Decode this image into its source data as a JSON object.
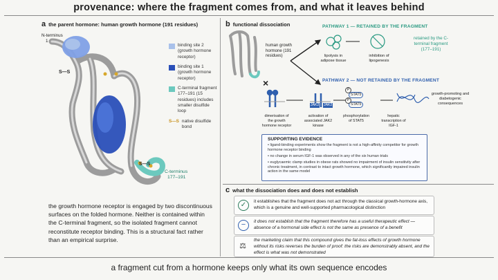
{
  "title": "provenance: where the fragment comes from, and what it leaves behind",
  "panel_a": {
    "letter": "a",
    "header": "the parent hormone: human growth hormone (191 residues)",
    "n_terminus": "N-terminus",
    "n_terminus_num": "1",
    "c_terminus": "C-terminus",
    "c_terminus_range": "177–191",
    "ss_label": "S—S",
    "legend": [
      {
        "color": "#a9c1ea",
        "text": "binding site 2 (growth hormone receptor)"
      },
      {
        "color": "#2a4fb8",
        "text": "binding site 1 (growth hormone receptor)"
      },
      {
        "color": "#6cc9be",
        "text": "C-terminal fragment 177–191 (15 residues) includes smaller disulfide loop"
      },
      {
        "color": "#d7a72a",
        "text": "native disulfide bond"
      }
    ],
    "legend_ss": "S—S",
    "body": "the growth hormone receptor is engaged by two discontinuous surfaces on the folded hormone. Neither is contained within the C-terminal fragment, so the isolated fragment cannot reconstitute receptor binding. This is a structural fact rather than an empirical surprise."
  },
  "panel_b": {
    "letter": "b",
    "header": "functional dissociation",
    "hormone_label": "human growth hormone (191 residues)",
    "pathway1": "PATHWAY 1 — RETAINED BY THE FRAGMENT",
    "lipolysis": "lipolysis in adipose tissue",
    "inhibition": "inhibition of lipogenesis",
    "retained_note": "retained by the C-terminal fragment (177–191)",
    "pathway2": "PATHWAY 2 — NOT RETAINED BY THE FRAGMENT",
    "steps": [
      "dimerisation of the growth hormone receptor",
      "activation of associated JAK2 kinase",
      "phosphorylation of STAT5",
      "hepatic transcription of IGF-1",
      "growth-promoting and diabetogenic consequences"
    ],
    "jak2": "JAK2",
    "stat5": "STAT5",
    "p": "P",
    "evidence_title": "SUPPORTING EVIDENCE",
    "evidence": [
      "ligand-binding experiments show the fragment is not a high-affinity competitor for growth hormone receptor binding",
      "no change in serum IGF-1 was observed in any of the six human trials",
      "euglycaemic clamp studies in obese rats showed no impairment of insulin sensitivity after chronic treatment, in contrast to intact growth hormone, which significantly impaired insulin action in the same model"
    ]
  },
  "panel_c": {
    "letter": "c",
    "header": "what the dissociation does and does not establish",
    "rows": [
      {
        "icon": "check",
        "text": "it establishes that the fragment does not act through the classical growth-hormone axis, which is a genuine and well-supported pharmacological distinction"
      },
      {
        "icon": "minus",
        "text": "it does not establish that the fragment therefore has a useful therapeutic effect — absence of a hormonal side effect is not the same as presence of a benefit"
      },
      {
        "icon": "scales",
        "text": "the marketing claim that this compound gives the fat-loss effects of growth hormone without its risks reverses the burden of proof: the risks are demonstrably absent, and the effect is what was not demonstrated"
      }
    ]
  },
  "footer": "a fragment cut from a hormone keeps only what its own sequence encodes",
  "colors": {
    "site1": "#2a4fb8",
    "site2": "#a9c1ea",
    "c_frag": "#6cc9be",
    "pathway_green": "#2a9a82",
    "pathway_blue": "#2f5fae"
  }
}
